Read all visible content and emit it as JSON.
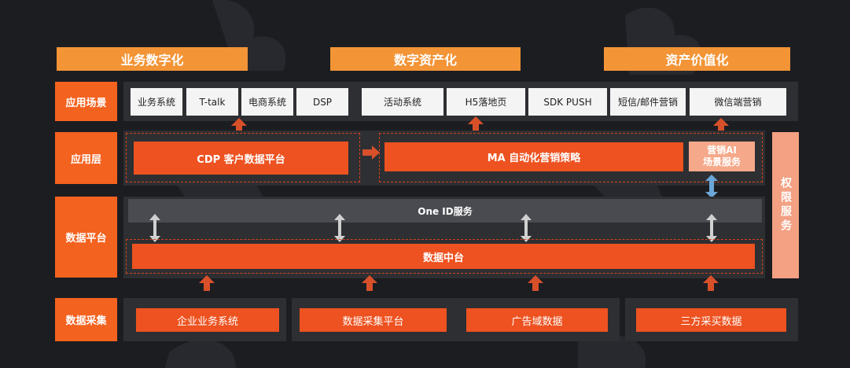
{
  "headers": {
    "business": "业务数字化",
    "assets": "数字资产化",
    "value": "资产价值化"
  },
  "layers": {
    "scenes": "应用场景",
    "app": "应用层",
    "platform": "数据平台",
    "collect": "数据采集"
  },
  "scenes": {
    "business_system": "业务系统",
    "ttalk": "T-talk",
    "ecommerce": "电商系统",
    "dsp": "DSP",
    "activity": "活动系统",
    "h5": "H5落地页",
    "sdk_push": "SDK PUSH",
    "sms_email": "短信/邮件营销",
    "wechat": "微信端营销"
  },
  "app_layer": {
    "cdp": "CDP 客户数据平台",
    "ma": "MA 自动化营销策略",
    "ai_line1": "营销AI",
    "ai_line2": "场景服务"
  },
  "platform": {
    "one_id": "One ID服务",
    "data_middle": "数据中台"
  },
  "side": {
    "permission": "权限服务"
  },
  "collection": {
    "enterprise": "企业业务系统",
    "collect_platform": "数据采集平台",
    "ad_domain": "广告域数据",
    "third_party": "三方采买数据"
  },
  "colors": {
    "background": "#1c1d21",
    "header": "#f39436",
    "accent": "#ed5220",
    "label": "#f4621f",
    "light_accent": "#f5a98a",
    "panel": "#2e2f33",
    "one_id_bar": "#4a4b50",
    "double_arrow": "#d0d0d0",
    "ai_double_arrow": "#6aa7d8",
    "up_arrow": "#d8502a"
  }
}
